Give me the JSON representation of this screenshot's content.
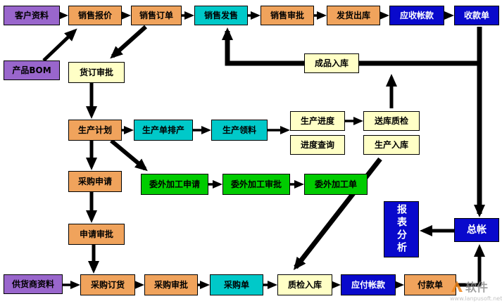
{
  "diagram": {
    "nodes": {
      "customer_info": {
        "label": "客户资料"
      },
      "sales_quote": {
        "label": "销售报价"
      },
      "sales_order": {
        "label": "销售订单"
      },
      "sales_release": {
        "label": "销售发售"
      },
      "sales_approval": {
        "label": "销售审批"
      },
      "shipment_out": {
        "label": "发货出库"
      },
      "accounts_receivable": {
        "label": "应收帐款"
      },
      "receipt_note": {
        "label": "收款单"
      },
      "product_bom": {
        "label": "产品BOM"
      },
      "order_approval": {
        "label": "货订审批"
      },
      "finished_goods_in": {
        "label": "成品入库"
      },
      "production_plan": {
        "label": "生产计划"
      },
      "production_scheduling": {
        "label": "生产单排产"
      },
      "production_picking": {
        "label": "生产领料"
      },
      "production_progress": {
        "label": "生产进度"
      },
      "progress_query": {
        "label": "进度查询"
      },
      "warehouse_qc": {
        "label": "送库质检"
      },
      "production_in": {
        "label": "生产入库"
      },
      "purchase_request": {
        "label": "采购申请"
      },
      "outsourcing_request": {
        "label": "委外加工申请"
      },
      "outsourcing_approval": {
        "label": "委外加工审批"
      },
      "outsourcing_order": {
        "label": "委外加工单"
      },
      "request_approval": {
        "label": "申请审批"
      },
      "report_analysis": {
        "label": "报表分析"
      },
      "general_ledger": {
        "label": "总帐"
      },
      "supplier_info": {
        "label": "供货商资料"
      },
      "purchase_order": {
        "label": "采购订货"
      },
      "purchase_approval": {
        "label": "采购审批"
      },
      "po_note": {
        "label": "采购单"
      },
      "qc_in": {
        "label": "质检入库"
      },
      "accounts_payable": {
        "label": "应付帐款"
      },
      "payment_note": {
        "label": "付款单"
      }
    },
    "colors": {
      "purple": "#9966CC",
      "orange": "#F0A35C",
      "cyan": "#00C9C9",
      "yellow": "#FFFFC6",
      "green": "#00CC00",
      "blue": "#0909CC",
      "arrow": "#000000"
    },
    "edges": [
      "customer_info→sales_quote",
      "sales_quote→sales_order",
      "sales_order→sales_release",
      "sales_release→sales_approval",
      "sales_approval→shipment_out",
      "shipment_out→accounts_receivable",
      "accounts_receivable→receipt_note",
      "product_bom→sales_quote",
      "sales_order→order_approval",
      "order_approval→production_plan",
      "production_plan→production_scheduling",
      "production_scheduling→production_picking",
      "production_picking→production_progress",
      "production_progress→warehouse_qc",
      "warehouse_qc→finished_goods_in",
      "finished_goods_in→sales_release",
      "finished_goods_in→general_ledger",
      "receipt_note→general_ledger",
      "production_plan→purchase_request",
      "production_plan→outsourcing_request",
      "outsourcing_request→outsourcing_approval",
      "outsourcing_approval→outsourcing_order",
      "purchase_request→request_approval",
      "request_approval→purchase_order",
      "supplier_info→purchase_order",
      "purchase_order→purchase_approval",
      "purchase_approval→po_note",
      "po_note→qc_in",
      "production_in→qc_in",
      "qc_in→accounts_payable",
      "accounts_payable→payment_note",
      "payment_note→general_ledger",
      "general_ledger→report_analysis"
    ],
    "watermark": {
      "name": "软件",
      "url": "www.lanpusoft.net"
    }
  }
}
